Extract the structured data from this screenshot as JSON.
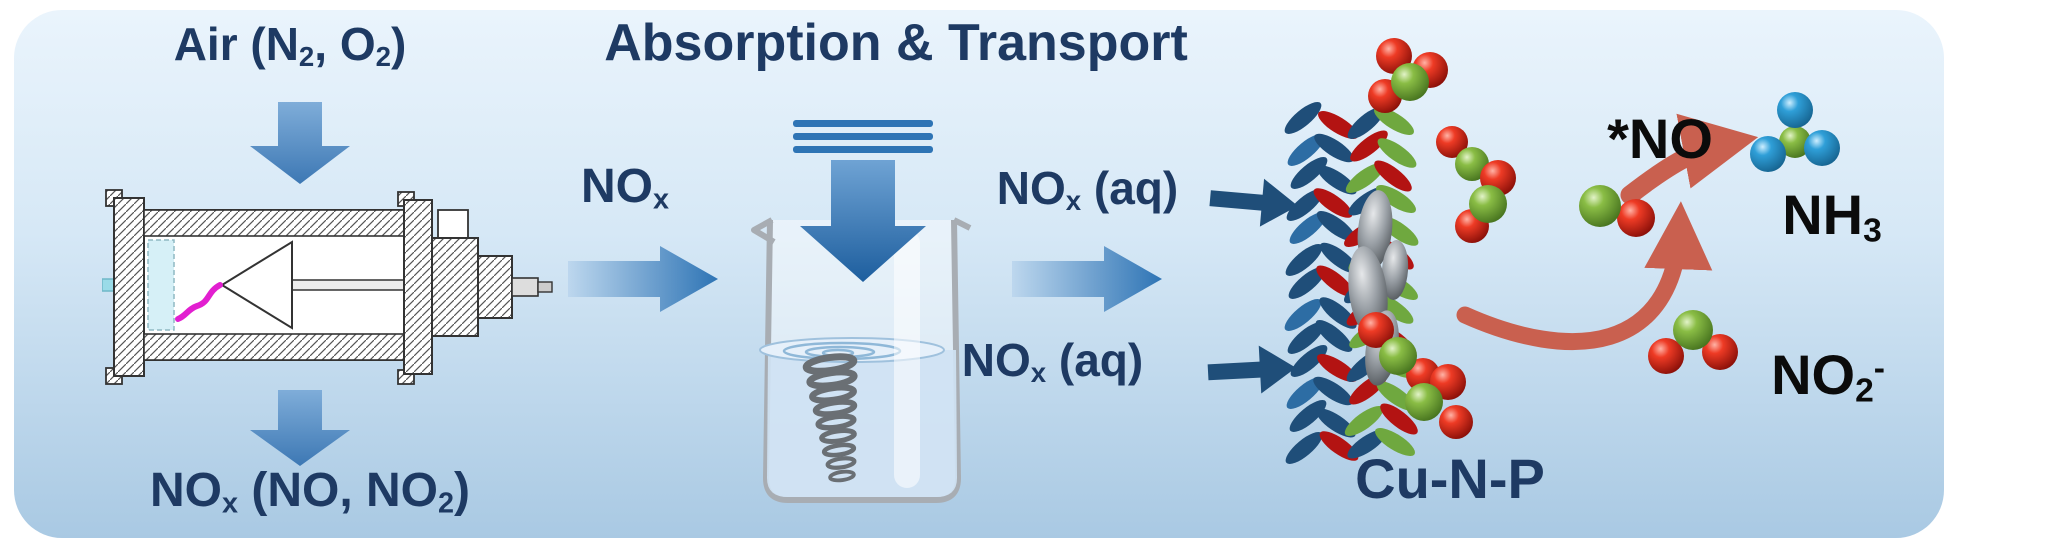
{
  "panel": {
    "bg_top": "#eaf4fc",
    "bg_bottom": "#a9c9e3"
  },
  "title": "Absorption & Transport",
  "labels": {
    "air": {
      "pre": "Air (N",
      "sub1": "2",
      "mid": ", O",
      "sub2": "2",
      "post": ")"
    },
    "nox": {
      "pre": "NO",
      "sub": "x"
    },
    "nox_product": {
      "pre": "NO",
      "sub1": "x",
      "mid": " (NO, NO",
      "sub2": "2",
      "post": ")"
    },
    "nox_aq_top": {
      "pre": "NO",
      "sub": "x",
      "post": " (aq)"
    },
    "nox_aq_bottom": {
      "pre": "NO",
      "sub": "x",
      "post": " (aq)"
    },
    "catalyst": "Cu-N-P",
    "no_intermediate": "*NO",
    "ammonia": {
      "pre": "NH",
      "sub": "3"
    },
    "nitrite": {
      "pre": "NO",
      "sub": "2",
      "sup": "-"
    }
  },
  "colors": {
    "text_navy": "#1e3a63",
    "text_black": "#0b0b0b",
    "arrow_blue_dark": "#2e74b5",
    "arrow_blue_light": "#aecde8",
    "arrow_navy": "#1f4e79",
    "reaction_arrow_red": "#c9604f",
    "oxygen_red": "#d01818",
    "nitrogen_green": "#7cb342",
    "hydrogen_blue": "#2f9fd8",
    "copper_gray": "#7a7f85",
    "plasma_magenta": "#e21fd0",
    "catalyst_blue": "#1f4e79",
    "catalyst_red": "#b31312",
    "catalyst_green": "#6fa83f"
  }
}
